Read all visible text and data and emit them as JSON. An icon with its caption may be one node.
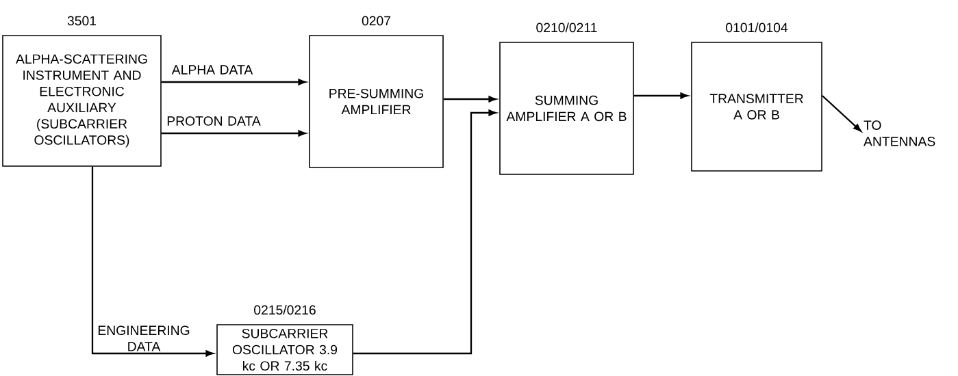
{
  "diagram": {
    "nodes": [
      {
        "text": [
          "ALPHA-SCATTERING INSTRUMENT AND ELECTRONIC AUXILIARY (SUBCARRIER OSCILLATORS)"
        ],
        "beside": [
          "3501"
        ]
      },
      {
        "text": [
          "PRE-SUMMING AMPLIFIER"
        ],
        "beside": [
          "0207"
        ]
      },
      {
        "text": [
          "SUMMING AMPLIFIER A OR B"
        ],
        "beside": [
          "0210/0211"
        ]
      },
      {
        "text": [
          "TRANSMITTER A OR B"
        ],
        "beside": [
          "0101/0104"
        ]
      },
      {
        "text": [
          "SUBCARRIER OSCILLATOR 3.9 kc OR 7.35 kc"
        ],
        "beside": [
          "0215/0216"
        ]
      },
      {
        "text": [
          "TO ANTENNAS"
        ]
      }
    ],
    "edges": [
      {
        "from": 0,
        "to": 1,
        "arrow": "to",
        "label": "ALPHA DATA"
      },
      {
        "from": 0,
        "to": 1,
        "arrow": "to",
        "label": "PROTON DATA"
      },
      {
        "from": 1,
        "to": 2,
        "arrow": "to"
      },
      {
        "from": 4,
        "to": 2,
        "arrow": "to"
      },
      {
        "from": 2,
        "to": 3,
        "arrow": "to"
      },
      {
        "from": 3,
        "to": 5,
        "arrow": "to"
      },
      {
        "from": 0,
        "to": 4,
        "arrow": "to",
        "label": "ENGINEERING DATA"
      }
    ]
  }
}
